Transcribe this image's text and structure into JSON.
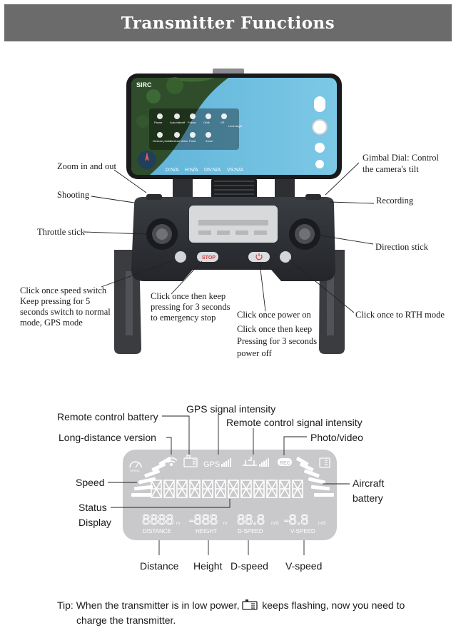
{
  "header": {
    "title": "Transmitter Functions"
  },
  "phone": {
    "brand": "SIRC",
    "telemetry": [
      "D:N/A",
      "H:N/A",
      "DS:N/A",
      "VS:N/A"
    ],
    "menu_row1": [
      "Pause",
      "Auto takeoff",
      "Follow",
      "Orbit",
      "VR",
      "Lens angle"
    ],
    "menu_row2": [
      "Gesture photo",
      "Gesture video",
      "Point",
      "Zoom"
    ]
  },
  "remote": {
    "stop_label": "STOP"
  },
  "callouts": {
    "zoom": "Zoom in and out",
    "shooting": "Shooting",
    "throttle": "Throttle stick",
    "speed_switch": [
      "Click once speed switch",
      "Keep pressing for 5",
      "seconds switch to normal",
      "mode, GPS mode"
    ],
    "emergency": [
      "Click once then keep",
      "pressing for 3 seconds",
      "to emergency stop"
    ],
    "power": [
      "Click once power on",
      "Click once then keep",
      "Pressing for 3 seconds",
      "power off"
    ],
    "rth": "Click once to RTH mode",
    "gimbal": [
      "Gimbal Dial: Control",
      "the camera's tilt"
    ],
    "recording": "Recording",
    "direction": "Direction stick"
  },
  "lcd": {
    "labels": {
      "rc_battery": "Remote control battery",
      "gps_signal": "GPS signal intensity",
      "long_distance": "Long-distance version",
      "rc_signal": "Remote control signal intensity",
      "photo_video": "Photo/video",
      "speed": "Speed",
      "aircraft_battery": [
        "Aircraft",
        "battery"
      ],
      "status_display": [
        "Status",
        "Display"
      ],
      "distance": "Distance",
      "height": "Height",
      "dspeed": "D-speed",
      "vspeed": "V-speed"
    },
    "screen": {
      "gps": "GPS",
      "rec": "REC",
      "distance_digits": "8888",
      "height_digits": "-888",
      "dspeed_digits": "88.8",
      "vspeed_digits": "-8.8",
      "unit_m": "m",
      "unit_ms": "m/S",
      "distance_caption": "DISTANCE",
      "height_caption": "HEIGHT",
      "dspeed_caption": "D-SPEED",
      "vspeed_caption": "V-SPEED",
      "speed_badge": "SPEED"
    }
  },
  "tip": {
    "line1_before": "Tip: When the transmitter is in low power,",
    "line1_after": "keeps flashing, now you need to",
    "line2": "charge the transmitter."
  }
}
